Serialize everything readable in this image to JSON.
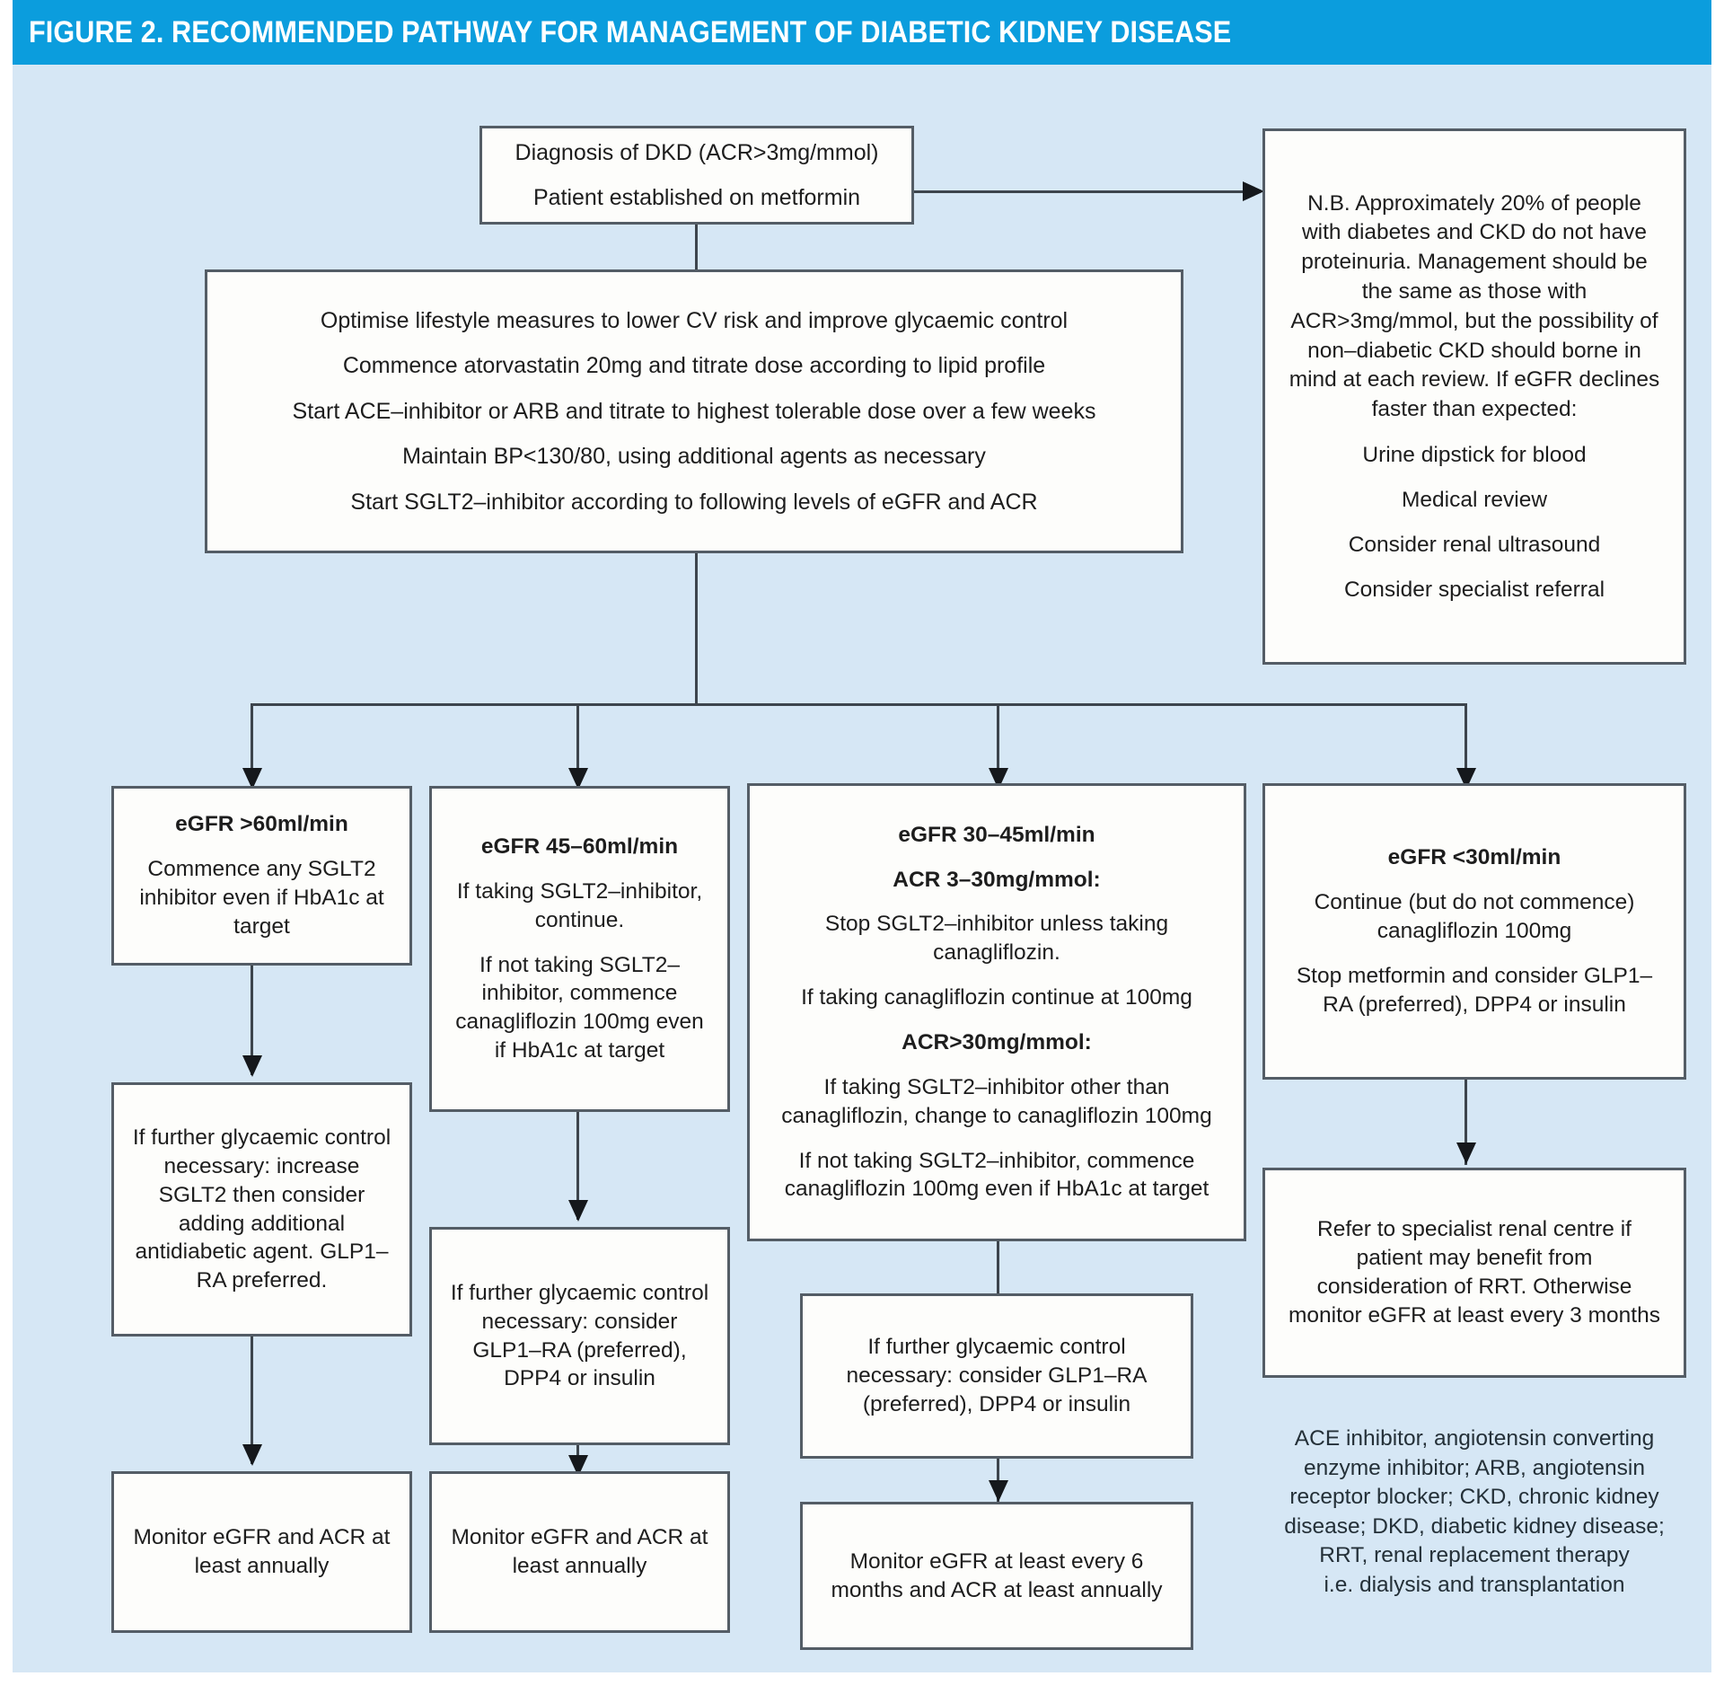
{
  "header": {
    "title": "FIGURE 2. RECOMMENDED PATHWAY FOR MANAGEMENT OF DIABETIC KIDNEY DISEASE",
    "band_color": "#0b9ddd",
    "text_color": "#ffffff"
  },
  "canvas": {
    "background_color": "#d6e7f5",
    "box_fill": "#fdfdfb",
    "box_border": "#545d66",
    "connector_color": "#3d454d"
  },
  "diagnosis_box": {
    "line1": "Diagnosis of DKD (ACR>3mg/mmol)",
    "line2": "Patient established on metformin"
  },
  "nb_box": {
    "para1": "N.B. Approximately 20% of people with diabetes and CKD do not have proteinuria. Management should be the same as those with ACR>3mg/mmol, but the possibility of non–diabetic CKD should borne in mind at each review.  If eGFR declines faster than expected:",
    "bullets": [
      "Urine dipstick for blood",
      "Medical review",
      "Consider renal ultrasound",
      "Consider specialist referral"
    ]
  },
  "general_measures_box": {
    "lines": [
      "Optimise lifestyle measures to lower CV risk and improve glycaemic control",
      "Commence atorvastatin 20mg and titrate dose according to lipid profile",
      "Start ACE–inhibitor or ARB and titrate to highest tolerable dose over a few weeks",
      "Maintain BP<130/80, using additional agents as necessary",
      "Start SGLT2–inhibitor according to following levels of eGFR and ACR"
    ]
  },
  "columns": [
    {
      "id": "egfr-over-60",
      "heading": "eGFR >60ml/min",
      "body": [
        "Commence any SGLT2 inhibitor even if HbA1c at target"
      ],
      "step2": [
        "If further glycaemic control necessary: increase SGLT2 then consider adding additional antidiabetic agent. GLP1–RA preferred."
      ],
      "step3": [
        "Monitor eGFR and ACR at least annually"
      ]
    },
    {
      "id": "egfr-45-60",
      "heading": "eGFR 45–60ml/min",
      "body": [
        "If taking SGLT2–inhibitor, continue.",
        "If not taking SGLT2–inhibitor, commence canagliflozin 100mg even if HbA1c at target"
      ],
      "step2": [
        "If further glycaemic control necessary: consider GLP1–RA (preferred), DPP4 or insulin"
      ],
      "step3": [
        "Monitor eGFR and ACR at least annually"
      ]
    },
    {
      "id": "egfr-30-45",
      "heading": "eGFR 30–45ml/min",
      "sub1": "ACR 3–30mg/mmol:",
      "body1": [
        "Stop SGLT2–inhibitor unless taking canagliflozin.",
        "If taking canagliflozin continue at 100mg"
      ],
      "sub2": "ACR>30mg/mmol:",
      "body2": [
        "If taking SGLT2–inhibitor other than canagliflozin, change to canagliflozin 100mg",
        "If not taking SGLT2–inhibitor, commence canagliflozin 100mg even if HbA1c at target"
      ],
      "step2": [
        "If further glycaemic control necessary: consider GLP1–RA (preferred), DPP4 or insulin"
      ],
      "step3": [
        "Monitor eGFR at least every 6 months and ACR at least annually"
      ]
    },
    {
      "id": "egfr-under-30",
      "heading": "eGFR <30ml/min",
      "body": [
        "Continue (but do not commence) canagliflozin 100mg",
        "Stop metformin and consider GLP1–RA (preferred), DPP4 or insulin"
      ],
      "step2": [
        "Refer to specialist renal centre if patient may benefit from consideration of RRT. Otherwise monitor eGFR at least every 3 months"
      ]
    }
  ],
  "abbreviations": [
    "ACE inhibitor, angiotensin converting",
    "enzyme inhibitor; ARB, angiotensin",
    "receptor blocker; CKD, chronic kidney",
    "disease; DKD, diabetic kidney disease;",
    "RRT, renal replacement therapy",
    "i.e. dialysis and transplantation"
  ]
}
